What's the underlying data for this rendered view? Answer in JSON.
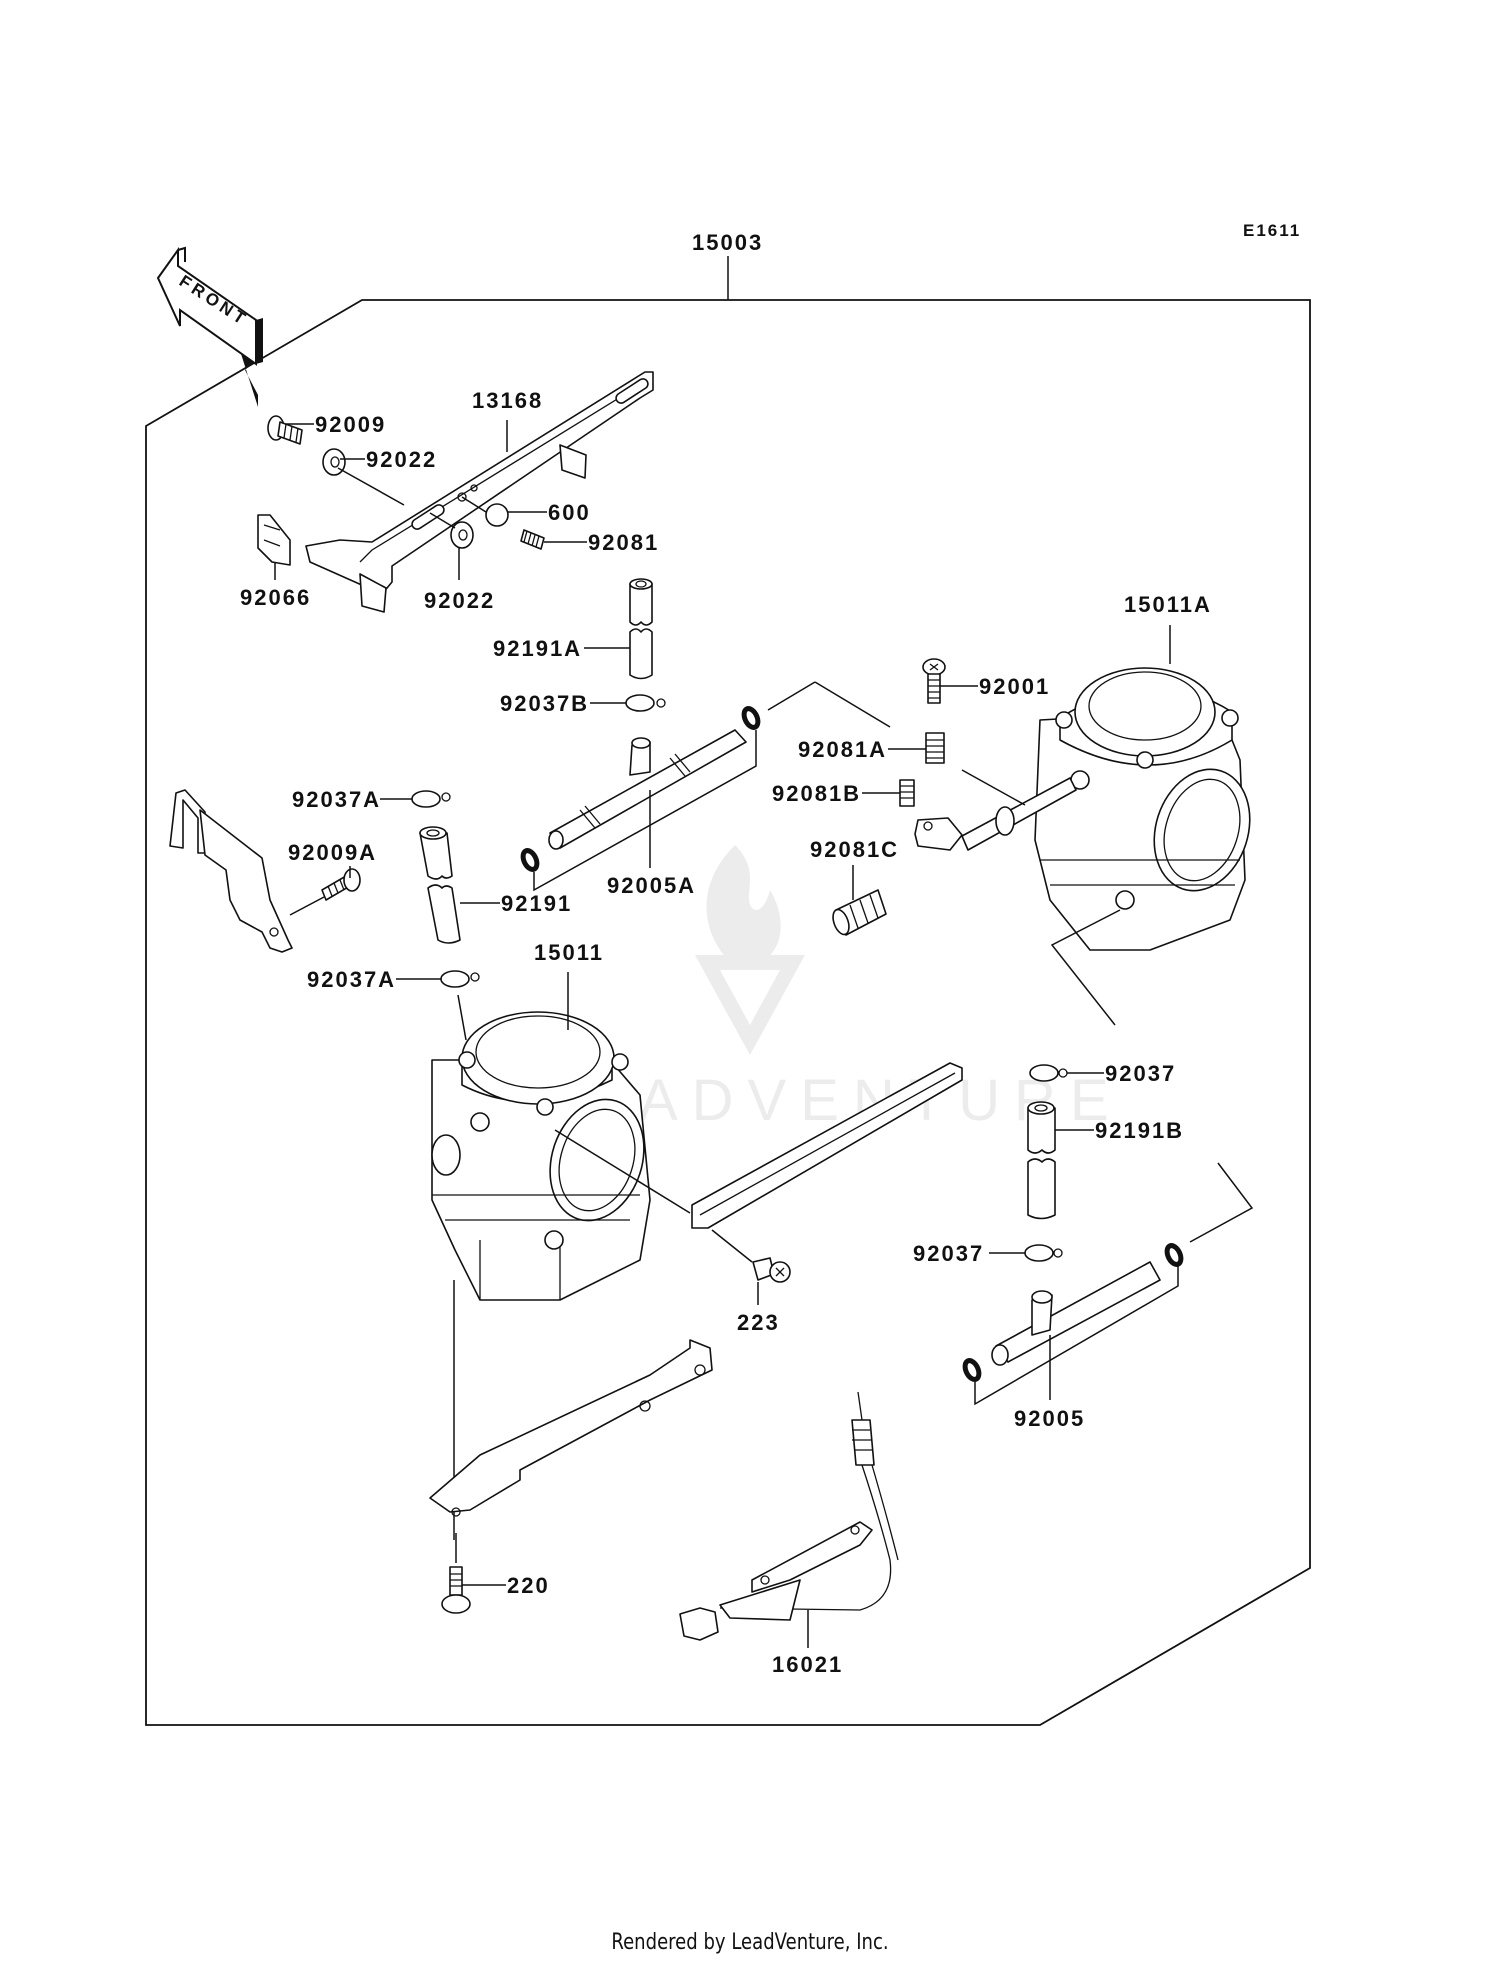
{
  "diagram": {
    "code": "E1611",
    "assembly_label": "15003",
    "front_arrow": "FRONT",
    "watermark": "LEADVENTURE",
    "parts": {
      "p13168": "13168",
      "p92009": "92009",
      "p92022_top": "92022",
      "p600": "600",
      "p92081": "92081",
      "p92066": "92066",
      "p92022_bottom": "92022",
      "p92191A": "92191A",
      "p92037B": "92037B",
      "p92005A": "92005A",
      "p92037A_top": "92037A",
      "p92009A": "92009A",
      "p92191": "92191",
      "p92037A_bottom": "92037A",
      "p15011": "15011",
      "p15011A": "15011A",
      "p92001": "92001",
      "p92081A": "92081A",
      "p92081B": "92081B",
      "p92081C": "92081C",
      "p92037_top": "92037",
      "p92191B": "92191B",
      "p92037_bottom": "92037",
      "p92005": "92005",
      "p223": "223",
      "p220": "220",
      "p16021": "16021"
    }
  },
  "footer": {
    "text": "Rendered by LeadVenture, Inc."
  }
}
